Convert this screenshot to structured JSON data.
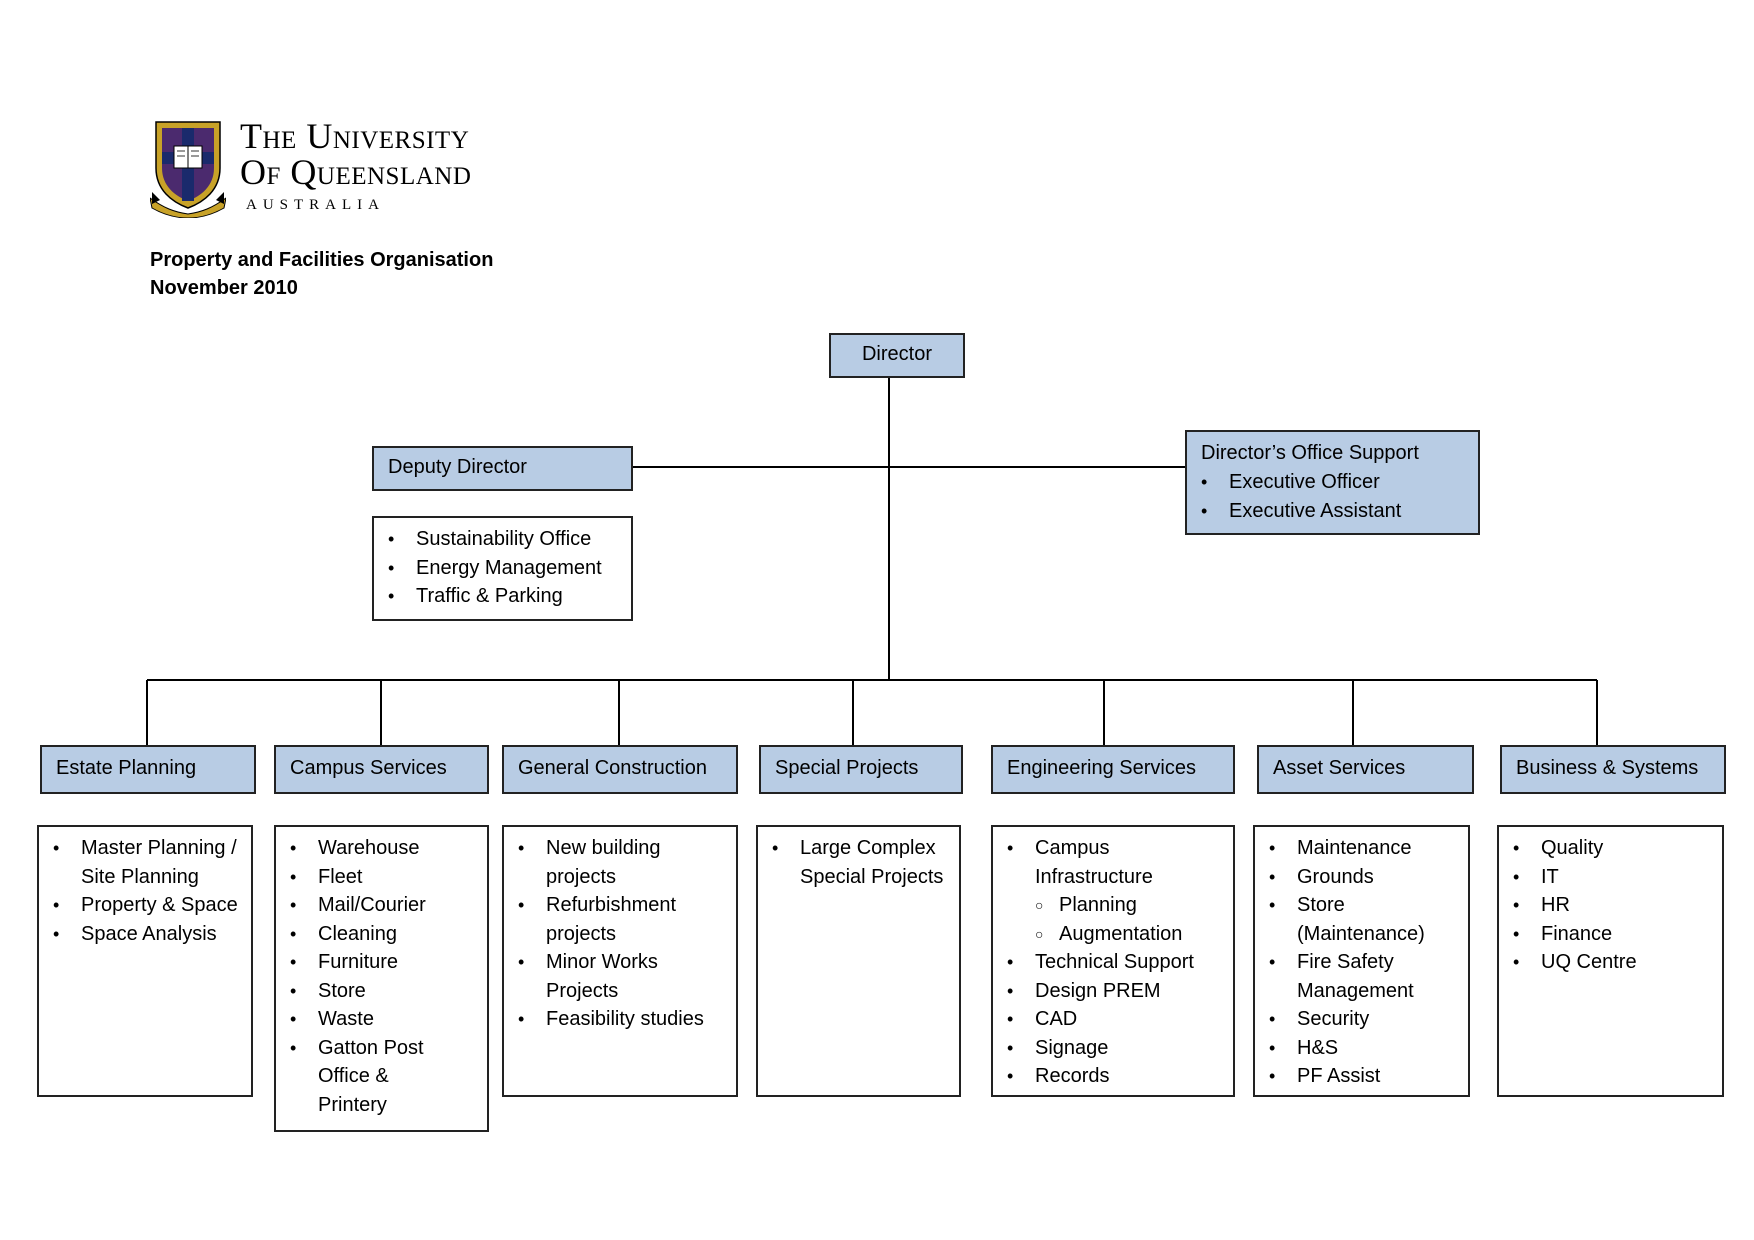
{
  "logo": {
    "line1": "The University",
    "line2": "Of Queensland",
    "line3": "AUSTRALIA",
    "crest_icon": "university-crest-icon",
    "colors": {
      "gold": "#c8a228",
      "navy": "#1a2a6c",
      "purple": "#4b2a6e",
      "black": "#000000"
    }
  },
  "document": {
    "title": "Property and Facilities Organisation",
    "date": "November 2010"
  },
  "colors": {
    "box_fill": "#b8cce4",
    "box_border": "#222222",
    "line": "#000000"
  },
  "director": {
    "label": "Director"
  },
  "deputy": {
    "label": "Deputy Director",
    "items": [
      "Sustainability Office",
      "Energy Management",
      "Traffic & Parking"
    ]
  },
  "office_support": {
    "label": "Director’s Office Support",
    "items": [
      "Executive Officer",
      "Executive Assistant"
    ]
  },
  "departments": [
    {
      "label": "Estate Planning",
      "items": [
        {
          "text": "Master Planning / Site Planning",
          "level": 1
        },
        {
          "text": "Property & Space",
          "level": 1
        },
        {
          "text": "Space Analysis",
          "level": 1
        }
      ]
    },
    {
      "label": "Campus Services",
      "items": [
        {
          "text": "Warehouse",
          "level": 1
        },
        {
          "text": "Fleet",
          "level": 1
        },
        {
          "text": "Mail/Courier",
          "level": 1
        },
        {
          "text": "Cleaning",
          "level": 1
        },
        {
          "text": "Furniture",
          "level": 1
        },
        {
          "text": "Store",
          "level": 1
        },
        {
          "text": "Waste",
          "level": 1
        },
        {
          "text": "Gatton Post Office & Printery",
          "level": 1
        }
      ]
    },
    {
      "label": "General Construction",
      "items": [
        {
          "text": "New building projects",
          "level": 1
        },
        {
          "text": "Refurbishment projects",
          "level": 1
        },
        {
          "text": "Minor Works Projects",
          "level": 1
        },
        {
          "text": "Feasibility studies",
          "level": 1
        }
      ]
    },
    {
      "label": "Special Projects",
      "items": [
        {
          "text": "Large Complex Special Projects",
          "level": 1
        }
      ]
    },
    {
      "label": "Engineering Services",
      "items": [
        {
          "text": "Campus Infrastructure",
          "level": 1
        },
        {
          "text": "Planning",
          "level": 2
        },
        {
          "text": "Augmentation",
          "level": 2
        },
        {
          "text": "Technical Support",
          "level": 1
        },
        {
          "text": "Design PREM",
          "level": 1
        },
        {
          "text": "CAD",
          "level": 1
        },
        {
          "text": "Signage",
          "level": 1
        },
        {
          "text": "Records",
          "level": 1
        }
      ]
    },
    {
      "label": "Asset Services",
      "items": [
        {
          "text": "Maintenance",
          "level": 1
        },
        {
          "text": "Grounds",
          "level": 1
        },
        {
          "text": "Store (Maintenance)",
          "level": 1
        },
        {
          "text": "Fire Safety Management",
          "level": 1
        },
        {
          "text": "Security",
          "level": 1
        },
        {
          "text": "H&S",
          "level": 1
        },
        {
          "text": "PF Assist",
          "level": 1
        }
      ]
    },
    {
      "label": "Business & Systems",
      "items": [
        {
          "text": "Quality",
          "level": 1
        },
        {
          "text": "IT",
          "level": 1
        },
        {
          "text": "HR",
          "level": 1
        },
        {
          "text": "Finance",
          "level": 1
        },
        {
          "text": "UQ Centre",
          "level": 1
        }
      ]
    }
  ]
}
